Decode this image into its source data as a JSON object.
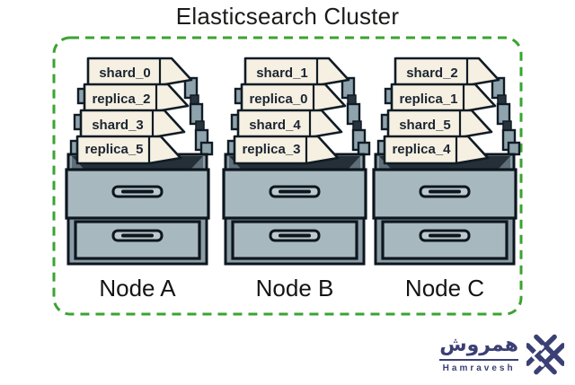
{
  "title": "Elasticsearch Cluster",
  "cluster": {
    "border_color": "#3ba331",
    "nodes": [
      {
        "label": "Node A",
        "files": [
          "shard_0",
          "replica_2",
          "shard_3",
          "replica_5"
        ]
      },
      {
        "label": "Node B",
        "files": [
          "shard_1",
          "replica_0",
          "shard_4",
          "replica_3"
        ]
      },
      {
        "label": "Node C",
        "files": [
          "shard_2",
          "replica_1",
          "shard_5",
          "replica_4"
        ]
      }
    ]
  },
  "branding": {
    "wordmark_fa": "همروش",
    "wordmark_en": "Hamravesh",
    "color": "#3a3f75"
  },
  "palette": {
    "paper": "#f5f0e2",
    "cabinet_front": "#a7b8be",
    "outline": "#101b24",
    "accent_green": "#3ba331"
  }
}
